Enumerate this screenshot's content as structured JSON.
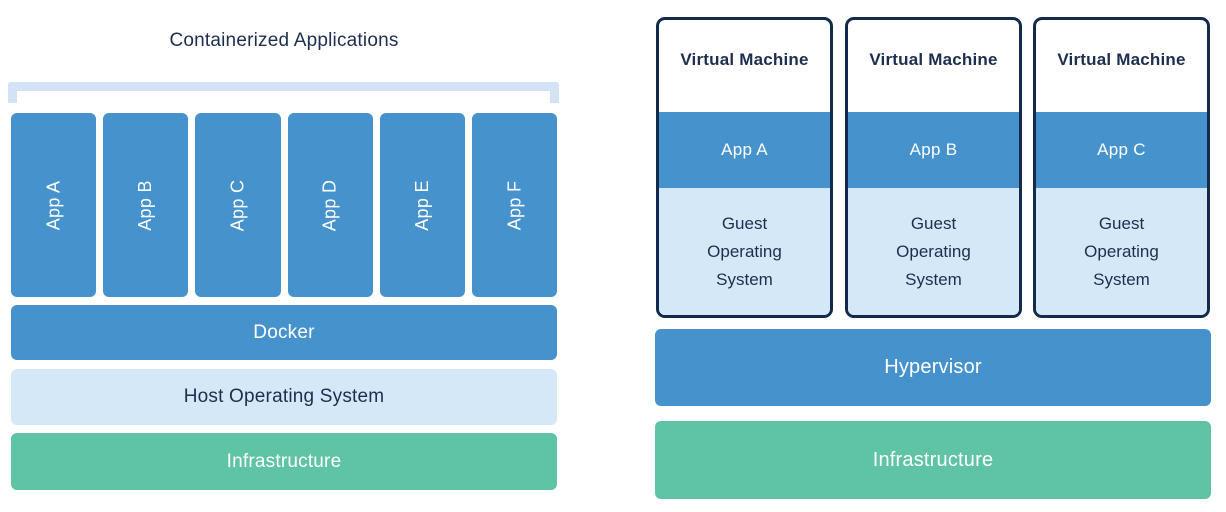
{
  "diagram": {
    "left": {
      "title": "Containerized Applications",
      "apps": [
        "App A",
        "App B",
        "App C",
        "App D",
        "App E",
        "App F"
      ],
      "layers": [
        {
          "label": "Docker",
          "variant": "blue"
        },
        {
          "label": "Host Operating System",
          "variant": "light"
        },
        {
          "label": "Infrastructure",
          "variant": "green"
        }
      ]
    },
    "right": {
      "vms": [
        {
          "title": "Virtual Machine",
          "app": "App A",
          "os": "Guest\nOperating\nSystem"
        },
        {
          "title": "Virtual Machine",
          "app": "App B",
          "os": "Guest\nOperating\nSystem"
        },
        {
          "title": "Virtual Machine",
          "app": "App C",
          "os": "Guest\nOperating\nSystem"
        }
      ],
      "layers": [
        {
          "label": "Hypervisor",
          "variant": "blue"
        },
        {
          "label": "Infrastructure",
          "variant": "green"
        }
      ]
    }
  },
  "colors": {
    "blue": "#4592CD",
    "light-blue": "#D5E8F8",
    "green": "#5FC3A6",
    "navy-text": "#1D2E4F",
    "navy-border": "#142A4D",
    "bracket": "#D3E3F5",
    "white-text": "#FFFFFF"
  }
}
